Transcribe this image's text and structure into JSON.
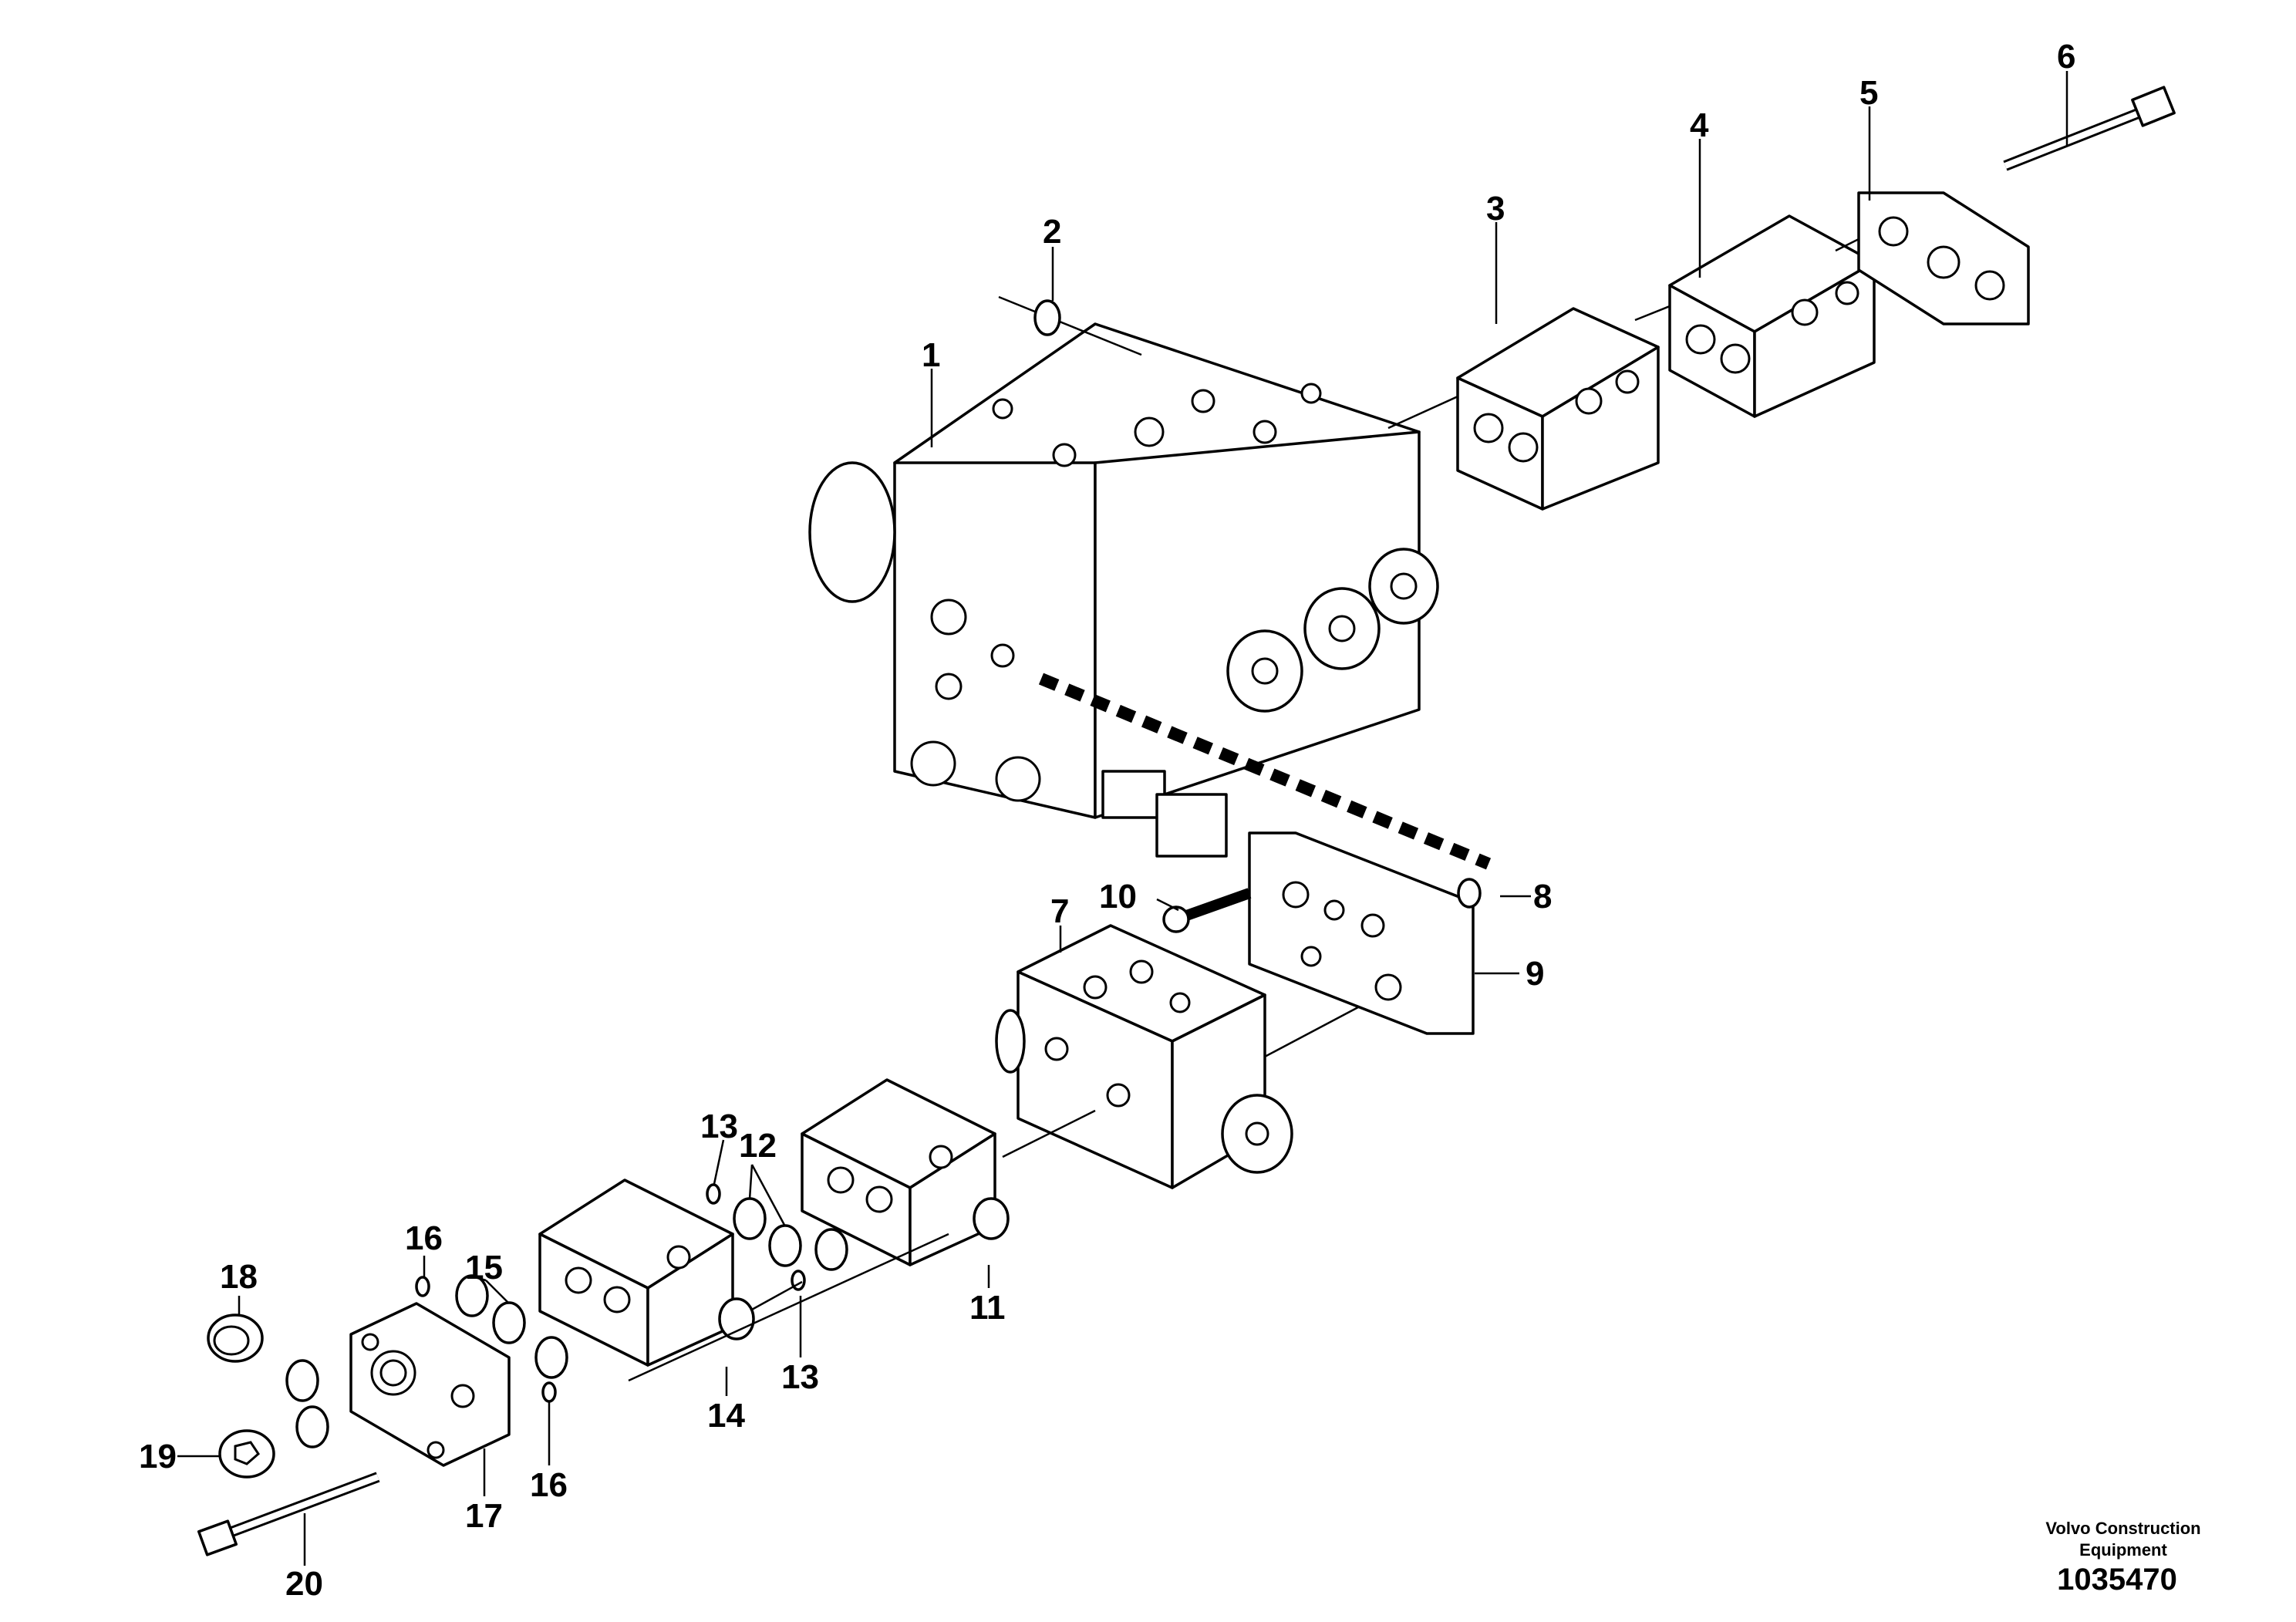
{
  "diagram": {
    "callouts": [
      "1",
      "2",
      "3",
      "4",
      "5",
      "6",
      "7",
      "8",
      "9",
      "10",
      "11",
      "12",
      "13",
      "13",
      "14",
      "15",
      "16",
      "16",
      "17",
      "18",
      "19",
      "20"
    ],
    "company": "Volvo Construction Equipment",
    "drawing_number": "1035470",
    "line_color": "#000000",
    "background": "#ffffff"
  }
}
